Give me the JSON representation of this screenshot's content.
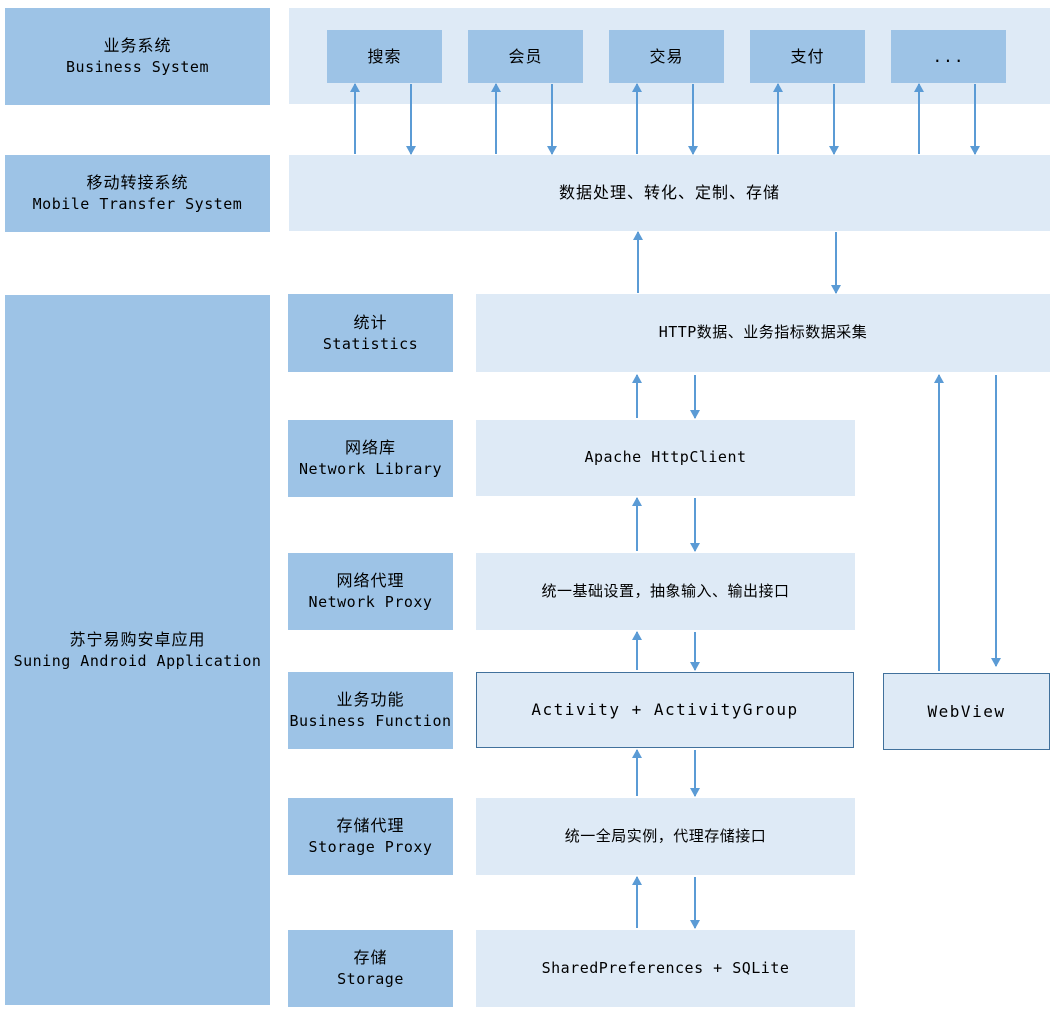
{
  "colors": {
    "box_dark": "#9DC3E6",
    "box_light": "#DEEAF6",
    "arrow": "#5B9BD5",
    "border": "#41719C",
    "text": "#000000"
  },
  "business_system": {
    "label_zh": "业务系统",
    "label_en": "Business System",
    "modules": [
      "搜索",
      "会员",
      "交易",
      "支付",
      "..."
    ]
  },
  "mobile_transfer": {
    "label_zh": "移动转接系统",
    "label_en": "Mobile Transfer System",
    "process": "数据处理、转化、定制、存储"
  },
  "android_app": {
    "label_zh": "苏宁易购安卓应用",
    "label_en": "Suning Android Application",
    "layers": [
      {
        "zh": "统计",
        "en": "Statistics",
        "impl": "HTTP数据、业务指标数据采集"
      },
      {
        "zh": "网络库",
        "en": "Network Library",
        "impl": "Apache HttpClient"
      },
      {
        "zh": "网络代理",
        "en": "Network Proxy",
        "impl": "统一基础设置，抽象输入、输出接口"
      },
      {
        "zh": "业务功能",
        "en": "Business Function",
        "impl": "Activity + ActivityGroup"
      },
      {
        "zh": "存储代理",
        "en": "Storage Proxy",
        "impl": "统一全局实例，代理存储接口"
      },
      {
        "zh": "存储",
        "en": "Storage",
        "impl": "SharedPreferences + SQLite"
      }
    ],
    "webview": "WebView"
  }
}
